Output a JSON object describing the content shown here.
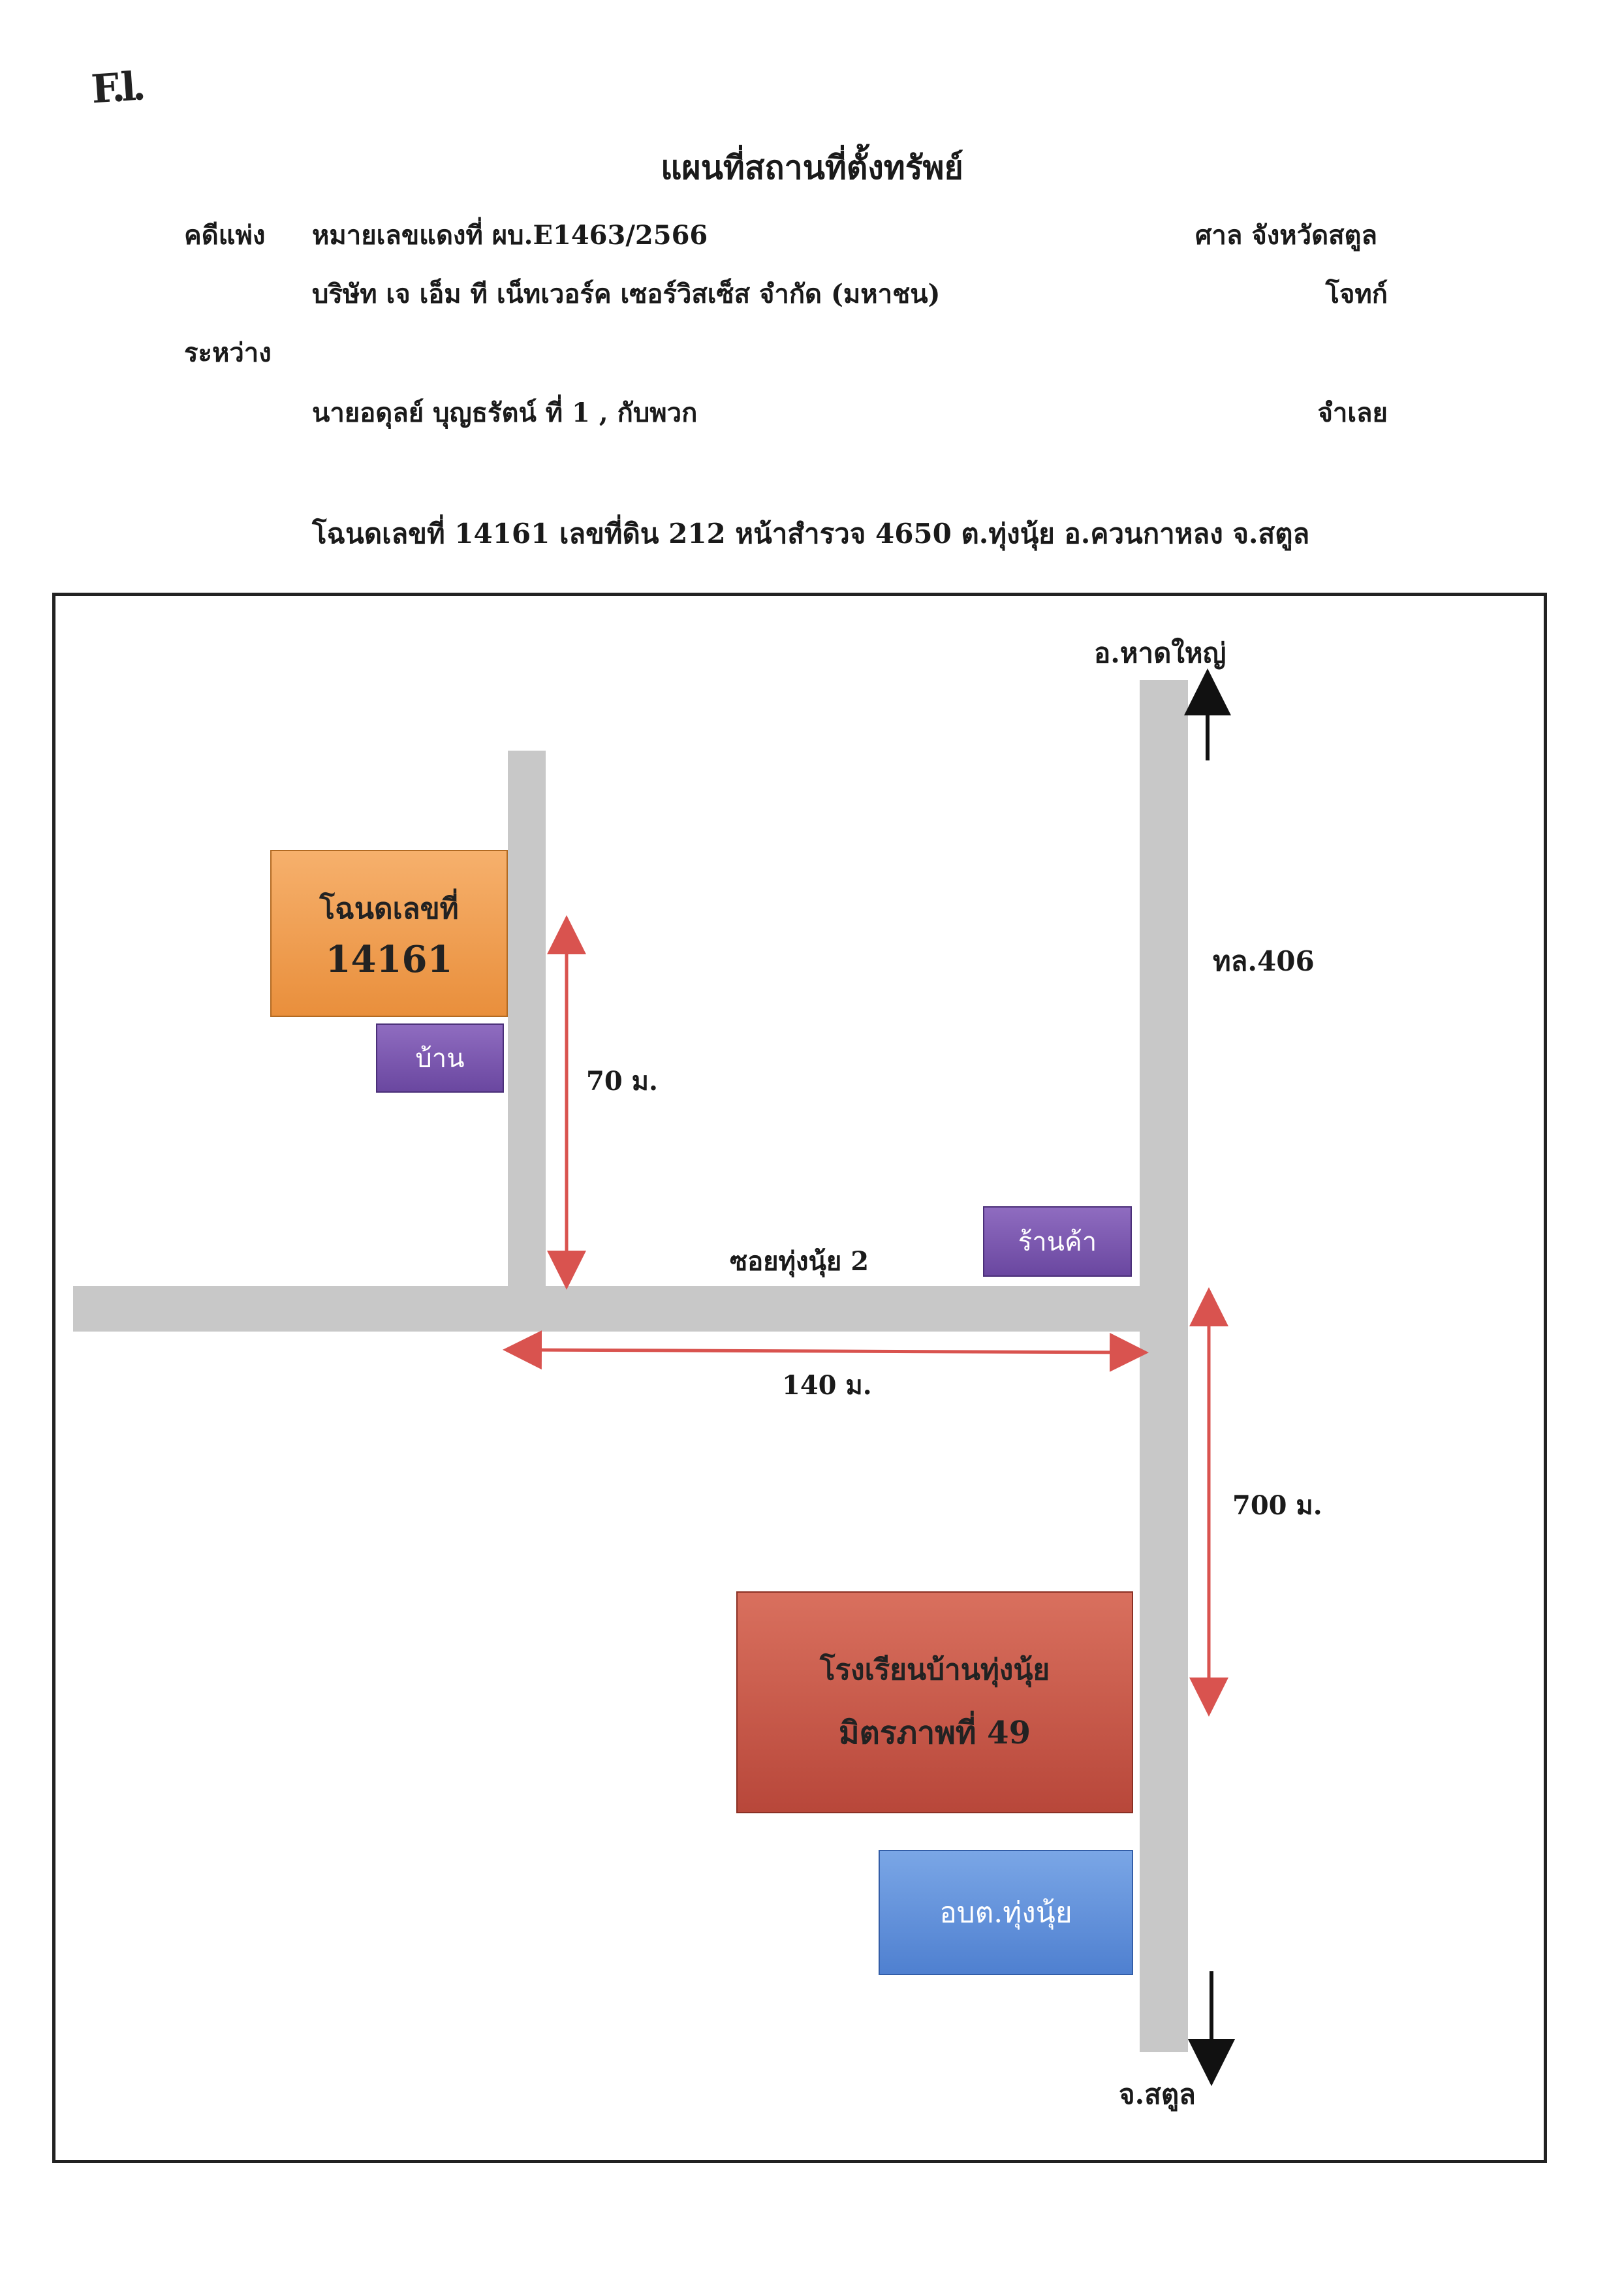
{
  "header": {
    "corner_mark": "F.l.",
    "title": "แผนที่สถานที่ตั้งทรัพย์",
    "case_type": "คดีแพ่ง",
    "red_number": "หมายเลขแดงที่  ผบ.E1463/2566",
    "court": "ศาล จังหวัดสตูล",
    "plaintiff_name": "บริษัท เจ เอ็ม ที เน็ทเวอร์ค เซอร์วิสเซ็ส จำกัด (มหาชน)",
    "plaintiff_role": "โจทก์",
    "between": "ระหว่าง",
    "defendant_name": "นายอดุลย์  บุญธรัตน์ ที่ 1 , กับพวก",
    "defendant_role": "จำเลย",
    "deed_line": "โฉนดเลขที่  14161  เลขที่ดิน  212  หน้าสำรวจ  4650  ต.ทุ่งนุ้ย  อ.ควนกาหลง  จ.สตูล"
  },
  "map": {
    "north_label": "อ.หาดใหญ่",
    "south_label": "จ.สตูล",
    "highway_label": "ทล.406",
    "soi_label": "ซอยทุ่งนุ้ย 2",
    "dist_70": "70 ม.",
    "dist_140": "140 ม.",
    "dist_700": "700 ม.",
    "deed_box": {
      "line1": "โฉนดเลขที่",
      "line2": "14161"
    },
    "house_label": "บ้าน",
    "shop_label": "ร้านค้า",
    "school_box": {
      "line1": "โรงเรียนบ้านทุ่งนุ้ย",
      "line2": "มิตรภาพที่ 49"
    },
    "sao_label": "อบต.ทุ่งนุ้ย",
    "colors": {
      "road": "#c8c8c8",
      "arrow": "#d9534f",
      "deed": "#ee9a4c",
      "house": "#7a57b0",
      "school": "#c65a4a",
      "sao": "#5f8fdc"
    }
  }
}
